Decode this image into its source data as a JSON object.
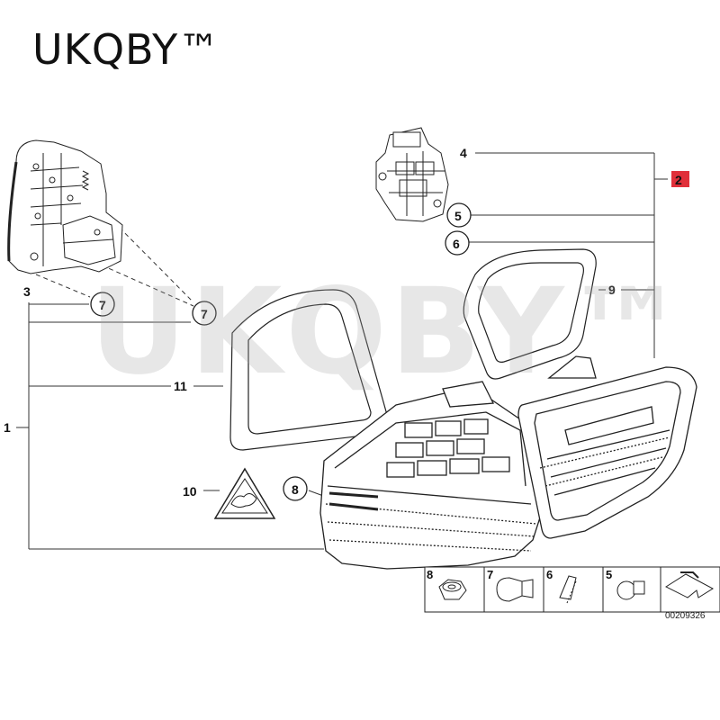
{
  "brand": {
    "text": "UKQBY™",
    "watermark": "UKQBY™"
  },
  "callouts": {
    "c1": "1",
    "c2": "2",
    "c3": "3",
    "c4": "4",
    "c5": "5",
    "c6": "6",
    "c7a": "7",
    "c7b": "7",
    "c8": "8",
    "c9": "9",
    "c10": "10",
    "c11": "11"
  },
  "legend": {
    "c8": "8",
    "c7": "7",
    "c6": "6",
    "c5": "5"
  },
  "document_number": "00209326",
  "colors": {
    "line": "#222222",
    "highlight": "#e0303a",
    "watermark": "#aaaaaa"
  }
}
